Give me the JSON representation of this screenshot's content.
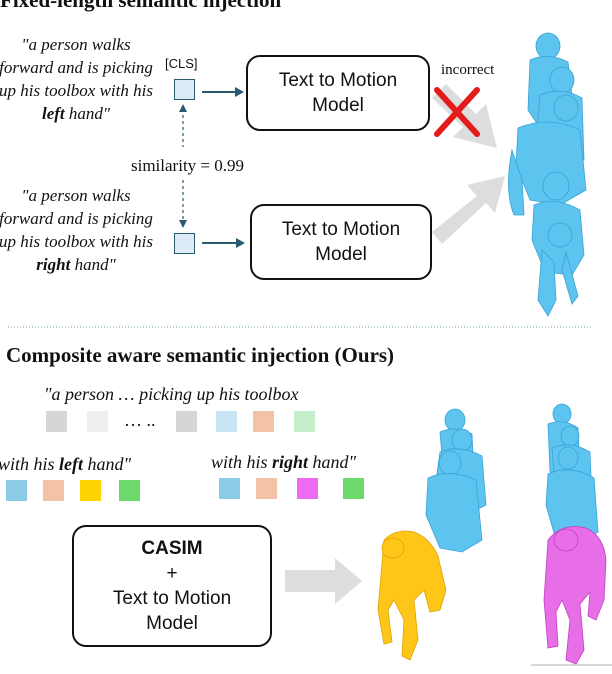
{
  "section1": {
    "heading": "Fixed-length semantic injection",
    "quote_left": {
      "pre": "\"a person walks forward and is picking up his toolbox with his ",
      "bold": "left",
      "post": " hand\""
    },
    "quote_right": {
      "pre": "\"a person walks forward and is picking up his toolbox with his ",
      "bold": "right",
      "post": " hand\""
    },
    "cls_label": "[CLS]",
    "similarity": "similarity = 0.99",
    "model_top": [
      "Text to Motion",
      "Model"
    ],
    "model_bottom": [
      "Text to Motion",
      "Model"
    ],
    "incorrect": "incorrect"
  },
  "section2": {
    "heading": "Composite aware semantic injection (Ours)",
    "prefix_text": "\"a person … picking up his toolbox",
    "ellipsis": "… ..",
    "left_phrase": {
      "pre": "with his ",
      "bold": "left",
      "post": " hand\""
    },
    "right_phrase": {
      "pre": "with his ",
      "bold": "right",
      "post": " hand\""
    },
    "casim_box": {
      "title": "CASIM",
      "plus": "+",
      "line1": "Text to Motion",
      "line2": "Model"
    }
  },
  "colors": {
    "accent_blue": "#2a5a70",
    "token_gray": "#d6d6d6",
    "token_lightgray": "#eeeff1",
    "token_sky": "#c6e4f4",
    "token_peach": "#f3c3a8",
    "token_mint": "#c5efcb",
    "token_blue": "#8ccbe8",
    "token_yellow": "#ffd400",
    "token_green": "#6bd96b",
    "token_magenta": "#ee6af0",
    "figure_blue": "#5cc4ef",
    "figure_yellow": "#ffc61a",
    "figure_magenta": "#e86ee8",
    "cross_red": "#e41b1b",
    "arrow_gray": "#dddddd",
    "divider": "#8fb6c8"
  }
}
